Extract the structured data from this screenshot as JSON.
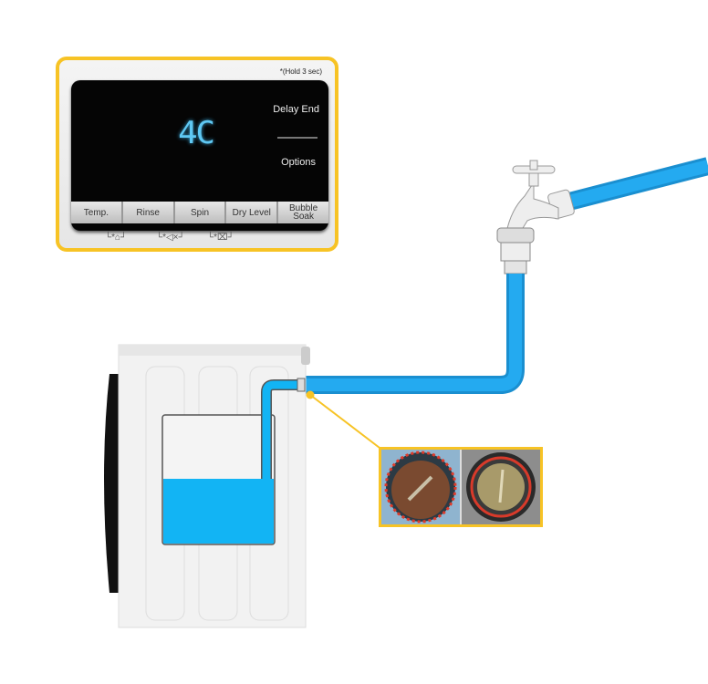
{
  "control_panel": {
    "hold_note": "*(Hold 3 sec)",
    "display_code": "4C",
    "delay_end_label": "Delay End",
    "options_label": "Options",
    "buttons": [
      "Temp.",
      "Rinse",
      "Spin",
      "Dry Level",
      "Bubble Soak"
    ],
    "sub_icons": [
      "child-lock-icon",
      "sound-off-icon",
      "smart-check-icon"
    ]
  },
  "colors": {
    "highlight": "#f7c325",
    "water": "#1fa8ee",
    "display_digits": "#5fc8f3"
  },
  "callout": {
    "images": [
      "clogged-filter-photo",
      "clean-filter-photo"
    ]
  }
}
